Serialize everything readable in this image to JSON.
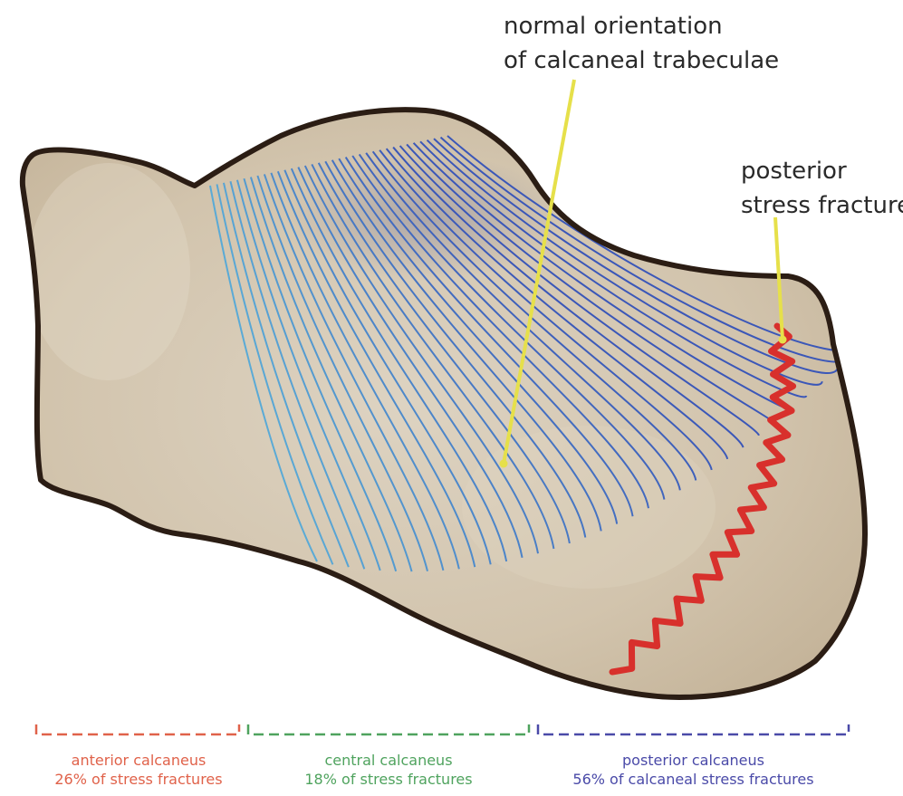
{
  "colors": {
    "bone_fill": "#d8ccb8",
    "bone_outline": "#2b1d14",
    "trabeculae_anterior": "#5aaad6",
    "trabeculae_posterior": "#3b57b8",
    "fracture": "#d8302c",
    "pointer": "#e6e04a",
    "anterior": "#e0624a",
    "central": "#4fa35e",
    "posterior": "#4a4aa8"
  },
  "callouts": {
    "trabeculae": {
      "line1": "normal orientation",
      "line2": "of calcaneal trabeculae"
    },
    "fracture": {
      "line1": "posterior",
      "line2": "stress fracture"
    }
  },
  "regions": [
    {
      "name": "anterior calcaneus",
      "stat": "26% of stress fractures",
      "color": "#e0624a"
    },
    {
      "name": "central calcaneus",
      "stat": "18% of stress fractures",
      "color": "#4fa35e"
    },
    {
      "name": "posterior calcaneus",
      "stat": "56% of calcaneal stress fractures",
      "color": "#4a4aa8"
    }
  ]
}
